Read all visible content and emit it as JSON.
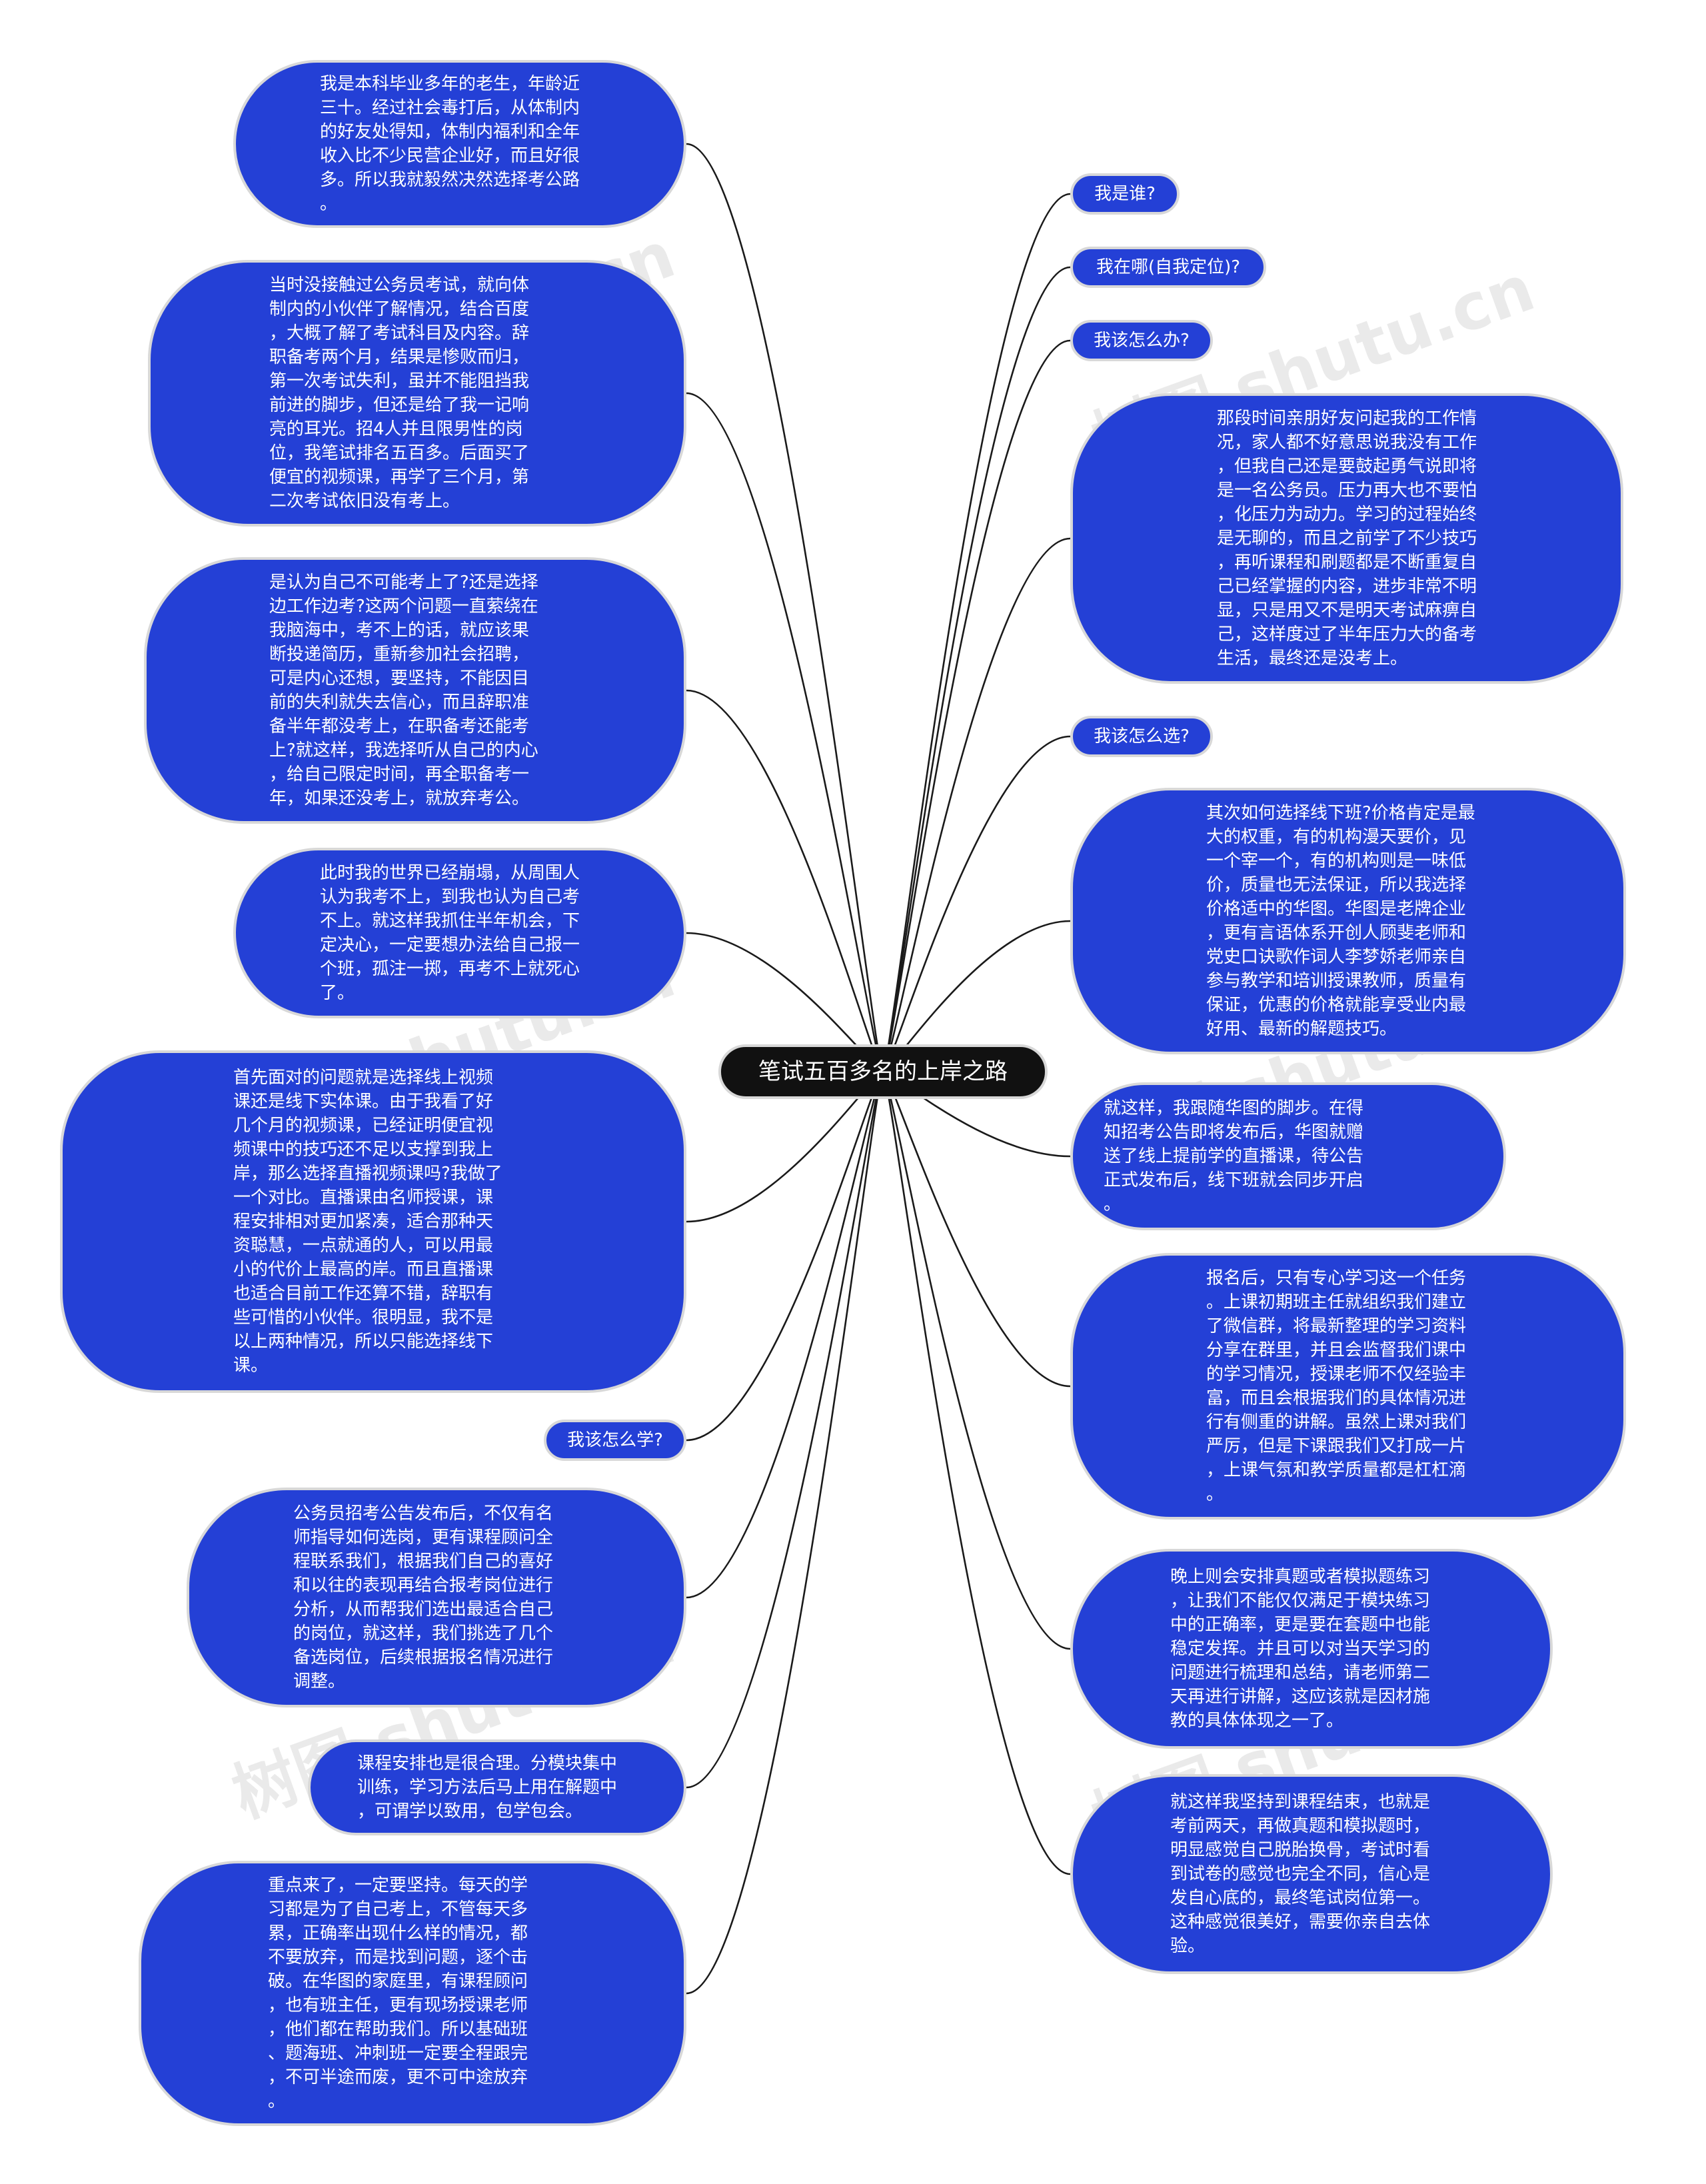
{
  "watermark": "树图 shutu.cn",
  "root": {
    "label": "笔试五百多名的上岸之路"
  },
  "left_nodes": [
    {
      "text": "我是本科毕业多年的老生，年龄近\n三十。经过社会毒打后，从体制内\n的好友处得知，体制内福利和全年\n收入比不少民营企业好，而且好很\n多。所以我就毅然决然选择考公路\n。"
    },
    {
      "text": "当时没接触过公务员考试，就向体\n制内的小伙伴了解情况，结合百度\n，大概了解了考试科目及内容。辞\n职备考两个月，结果是惨败而归，\n第一次考试失利，虽并不能阻挡我\n前进的脚步，但还是给了我一记响\n亮的耳光。招4人并且限男性的岗\n位，我笔试排名五百多。后面买了\n便宜的视频课，再学了三个月，第\n二次考试依旧没有考上。"
    },
    {
      "text": "是认为自己不可能考上了?还是选择\n边工作边考?这两个问题一直萦绕在\n我脑海中，考不上的话，就应该果\n断投递简历，重新参加社会招聘，\n可是内心还想，要坚持，不能因目\n前的失利就失去信心，而且辞职准\n备半年都没考上，在职备考还能考\n上?就这样，我选择听从自己的内心\n，给自己限定时间，再全职备考一\n年，如果还没考上，就放弃考公。"
    },
    {
      "text": "此时我的世界已经崩塌，从周围人\n认为我考不上，到我也认为自己考\n不上。就这样我抓住半年机会，下\n定决心，一定要想办法给自己报一\n个班，孤注一掷，再考不上就死心\n了。"
    },
    {
      "text": "首先面对的问题就是选择线上视频\n课还是线下实体课。由于我看了好\n几个月的视频课，已经证明便宜视\n频课中的技巧还不足以支撑到我上\n岸，那么选择直播视频课吗?我做了\n一个对比。直播课由名师授课，课\n程安排相对更加紧凑，适合那种天\n资聪慧，一点就通的人，可以用最\n小的代价上最高的岸。而且直播课\n也适合目前工作还算不错，辞职有\n些可惜的小伙伴。很明显，我不是\n以上两种情况，所以只能选择线下\n课。"
    },
    {
      "text": "我该怎么学?"
    },
    {
      "text": "公务员招考公告发布后，不仅有名\n师指导如何选岗，更有课程顾问全\n程联系我们，根据我们自己的喜好\n和以往的表现再结合报考岗位进行\n分析，从而帮我们选出最适合自己\n的岗位，就这样，我们挑选了几个\n备选岗位，后续根据报名情况进行\n调整。"
    },
    {
      "text": "课程安排也是很合理。分模块集中\n训练，学习方法后马上用在解题中\n，可谓学以致用，包学包会。"
    },
    {
      "text": "重点来了，一定要坚持。每天的学\n习都是为了自己考上，不管每天多\n累，正确率出现什么样的情况，都\n不要放弃，而是找到问题，逐个击\n破。在华图的家庭里，有课程顾问\n，也有班主任，更有现场授课老师\n，他们都在帮助我们。所以基础班\n、题海班、冲刺班一定要全程跟完\n，不可半途而废，更不可中途放弃\n。"
    }
  ],
  "right_nodes": [
    {
      "text": "我是谁?"
    },
    {
      "text": "我在哪(自我定位)?"
    },
    {
      "text": "我该怎么办?"
    },
    {
      "text": "那段时间亲朋好友问起我的工作情\n况，家人都不好意思说我没有工作\n，但我自己还是要鼓起勇气说即将\n是一名公务员。压力再大也不要怕\n，化压力为动力。学习的过程始终\n是无聊的，而且之前学了不少技巧\n，再听课程和刷题都是不断重复自\n己已经掌握的内容，进步非常不明\n显，只是用又不是明天考试麻痹自\n己，这样度过了半年压力大的备考\n生活，最终还是没考上。"
    },
    {
      "text": "我该怎么选?"
    },
    {
      "text": "其次如何选择线下班?价格肯定是最\n大的权重，有的机构漫天要价，见\n一个宰一个，有的机构则是一味低\n价，质量也无法保证，所以我选择\n价格适中的华图。华图是老牌企业\n，更有言语体系开创人顾斐老师和\n党史口诀歌作词人李梦娇老师亲自\n参与教学和培训授课教师，质量有\n保证，优惠的价格就能享受业内最\n好用、最新的解题技巧。"
    },
    {
      "text": "就这样，我跟随华图的脚步。在得\n知招考公告即将发布后，华图就赠\n送了线上提前学的直播课，待公告\n正式发布后，线下班就会同步开启\n。"
    },
    {
      "text": "报名后，只有专心学习这一个任务\n。上课初期班主任就组织我们建立\n了微信群，将最新整理的学习资料\n分享在群里，并且会监督我们课中\n的学习情况，授课老师不仅经验丰\n富，而且会根据我们的具体情况进\n行有侧重的讲解。虽然上课对我们\n严厉，但是下课跟我们又打成一片\n，上课气氛和教学质量都是杠杠滴\n。"
    },
    {
      "text": "晚上则会安排真题或者模拟题练习\n，让我们不能仅仅满足于模块练习\n中的正确率，更是要在套题中也能\n稳定发挥。并且可以对当天学习的\n问题进行梳理和总结，请老师第二\n天再进行讲解，这应该就是因材施\n教的具体体现之一了。"
    },
    {
      "text": "就这样我坚持到课程结束，也就是\n考前两天，再做真题和模拟题时，\n明显感觉自己脱胎换骨，考试时看\n到试卷的感觉也完全不同，信心是\n发自心底的，最终笔试岗位第一。\n这种感觉很美好，需要你亲自去体\n验。"
    }
  ]
}
